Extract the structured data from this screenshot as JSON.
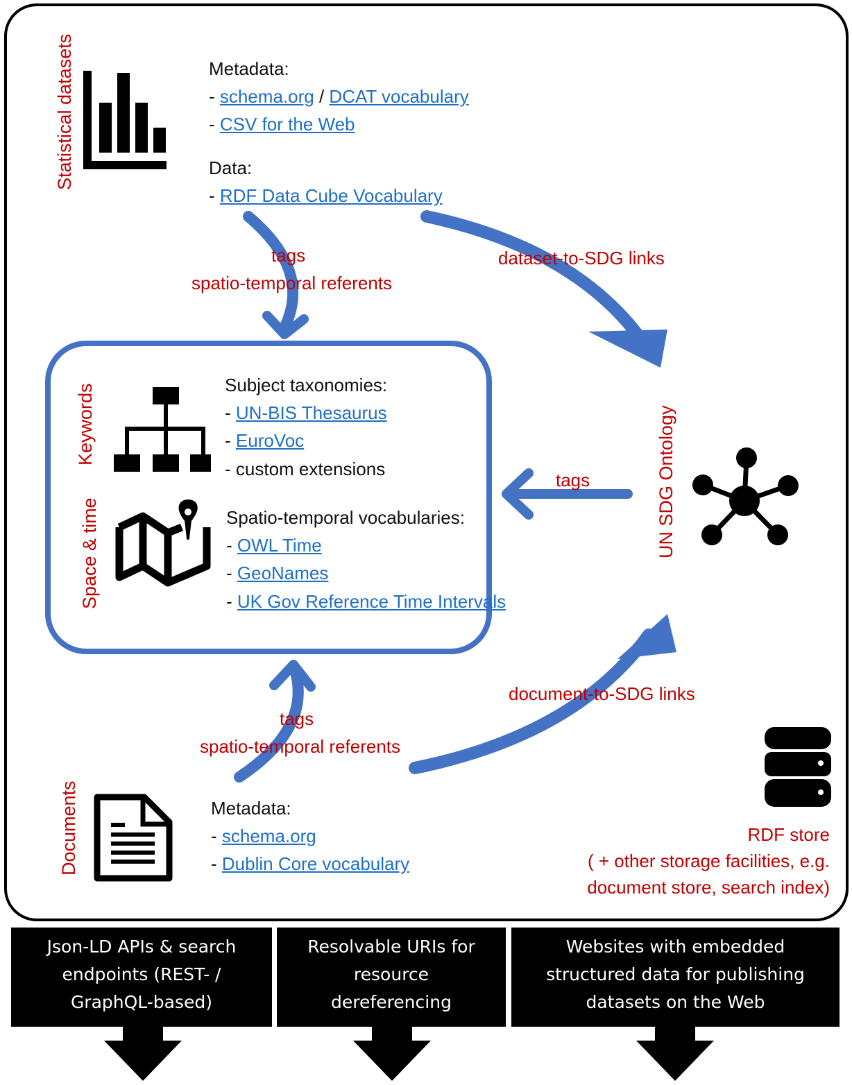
{
  "statistical": {
    "label": "Statistical datasets",
    "metadata_heading": "Metadata:",
    "metadata_items": [
      {
        "prefix": "- ",
        "links": [
          "schema.org",
          "DCAT vocabulary"
        ],
        "sep": " / "
      },
      {
        "prefix": "- ",
        "links": [
          "CSV for the Web"
        ]
      }
    ],
    "data_heading": "Data:",
    "data_items": [
      {
        "prefix": "- ",
        "links": [
          "RDF Data Cube Vocabulary"
        ]
      }
    ]
  },
  "arrow_labels": {
    "top_tags": "tags",
    "top_referents": "spatio-temporal referents",
    "dataset_links": "dataset-to-SDG links",
    "middle_tags": "tags",
    "bottom_tags": "tags",
    "bottom_referents": "spatio-temporal referents",
    "document_links": "document-to-SDG links"
  },
  "vocab_box": {
    "keywords_label": "Keywords",
    "space_time_label": "Space & time",
    "subject_heading": "Subject taxonomies:",
    "subject_items": [
      "UN-BIS Thesaurus",
      "EuroVoc"
    ],
    "subject_plain": "custom extensions",
    "spatio_heading": "Spatio-temporal vocabularies:",
    "spatio_items": [
      "OWL Time",
      "GeoNames",
      "UK Gov Reference Time Intervals"
    ]
  },
  "ontology": {
    "label": "UN SDG Ontology"
  },
  "documents": {
    "label": "Documents",
    "metadata_heading": "Metadata:",
    "metadata_items": [
      "schema.org",
      "Dublin Core vocabulary"
    ]
  },
  "store": {
    "line1": "RDF store",
    "line2": "( + other storage facilities, e.g.",
    "line3": "document store, search index)"
  },
  "outputs": [
    {
      "lines": [
        "Json-LD APIs & search",
        "endpoints (REST- /",
        "GraphQL-based)"
      ]
    },
    {
      "lines": [
        "Resolvable URIs for",
        "resource",
        "dereferencing"
      ]
    },
    {
      "lines": [
        "Websites with embedded",
        "structured data for publishing",
        "datasets on the Web"
      ]
    }
  ],
  "icons": [
    "bar-chart-icon",
    "hierarchy-icon",
    "map-pin-icon",
    "network-icon",
    "database-icon",
    "document-icon"
  ],
  "colors": {
    "accent_blue": "#4472c4",
    "label_red": "#c00000",
    "link_blue": "#1f6fc5"
  }
}
